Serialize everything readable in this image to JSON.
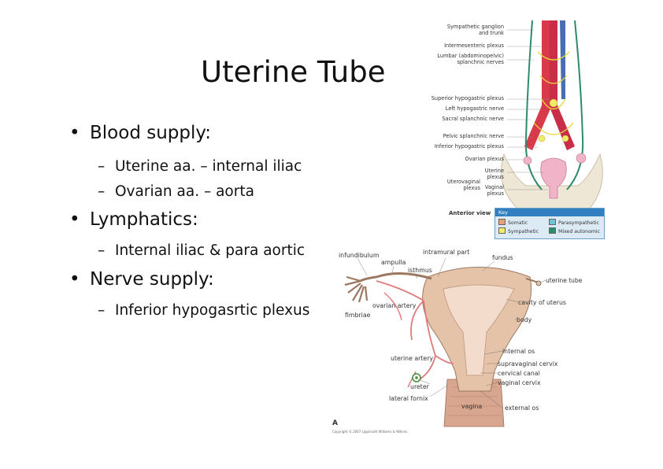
{
  "slide": {
    "title": "Uterine Tube",
    "bullets": [
      {
        "label": "Blood supply:",
        "subs": [
          "Uterine aa. – internal iliac",
          "Ovarian aa. – aorta"
        ]
      },
      {
        "label": "Lymphatics:",
        "subs": [
          "Internal iliac & para aortic"
        ]
      },
      {
        "label": "Nerve supply:",
        "subs": [
          "Inferior hypogasrtic plexus"
        ]
      }
    ],
    "bullet_symbol": "•",
    "dash_symbol": "–"
  },
  "nerve_figure": {
    "labels": [
      "Sympathetic ganglion",
      "and trunk",
      "Intermesenteric plexus",
      "Lumbar (abdominopelvic)",
      "splanchnic nerves",
      "Superior hypogastric plexus",
      "Left hypogastric nerve",
      "Sacral splanchnic nerve",
      "Pelvic splanchnic nerve",
      "Inferior hypogastric plexus",
      "Ovarian plexus",
      "Uterine",
      "plexus",
      "Uterovaginal",
      "plexus",
      "Vaginal",
      "plexus"
    ],
    "view_label": "Anterior view",
    "key": {
      "title": "Key",
      "items": [
        {
          "label": "Somatic",
          "color": "#e8a07a"
        },
        {
          "label": "Parasympathetic",
          "color": "#6fc3d9"
        },
        {
          "label": "Sympathetic",
          "color": "#f2ea6b"
        },
        {
          "label": "Mixed autonomic",
          "color": "#2e8b6a"
        }
      ]
    }
  },
  "uterus_figure": {
    "labels": {
      "infundibulum": "infundibulum",
      "ampulla": "ampulla",
      "isthmus": "isthmus",
      "intramural": "intramural part",
      "fundus": "fundus",
      "uterine_tube": "uterine tube",
      "ovarian_artery": "ovarian artery",
      "fimbriae": "fimbriae",
      "cavity": "cavity of uterus",
      "body": "body",
      "internal_os": "internal os",
      "uterine_artery": "uterine artery",
      "supravaginal": "supravaginal cervix",
      "cervical_canal": "cervical canal",
      "vaginal_cervix": "vaginal cervix",
      "ureter": "ureter",
      "lateral_fornix": "lateral fornix",
      "vagina": "vagina",
      "external_os": "external os"
    },
    "panel_letter": "A",
    "copyright": "Copyright © 2007 Lippincott Williams & Wilkins."
  }
}
